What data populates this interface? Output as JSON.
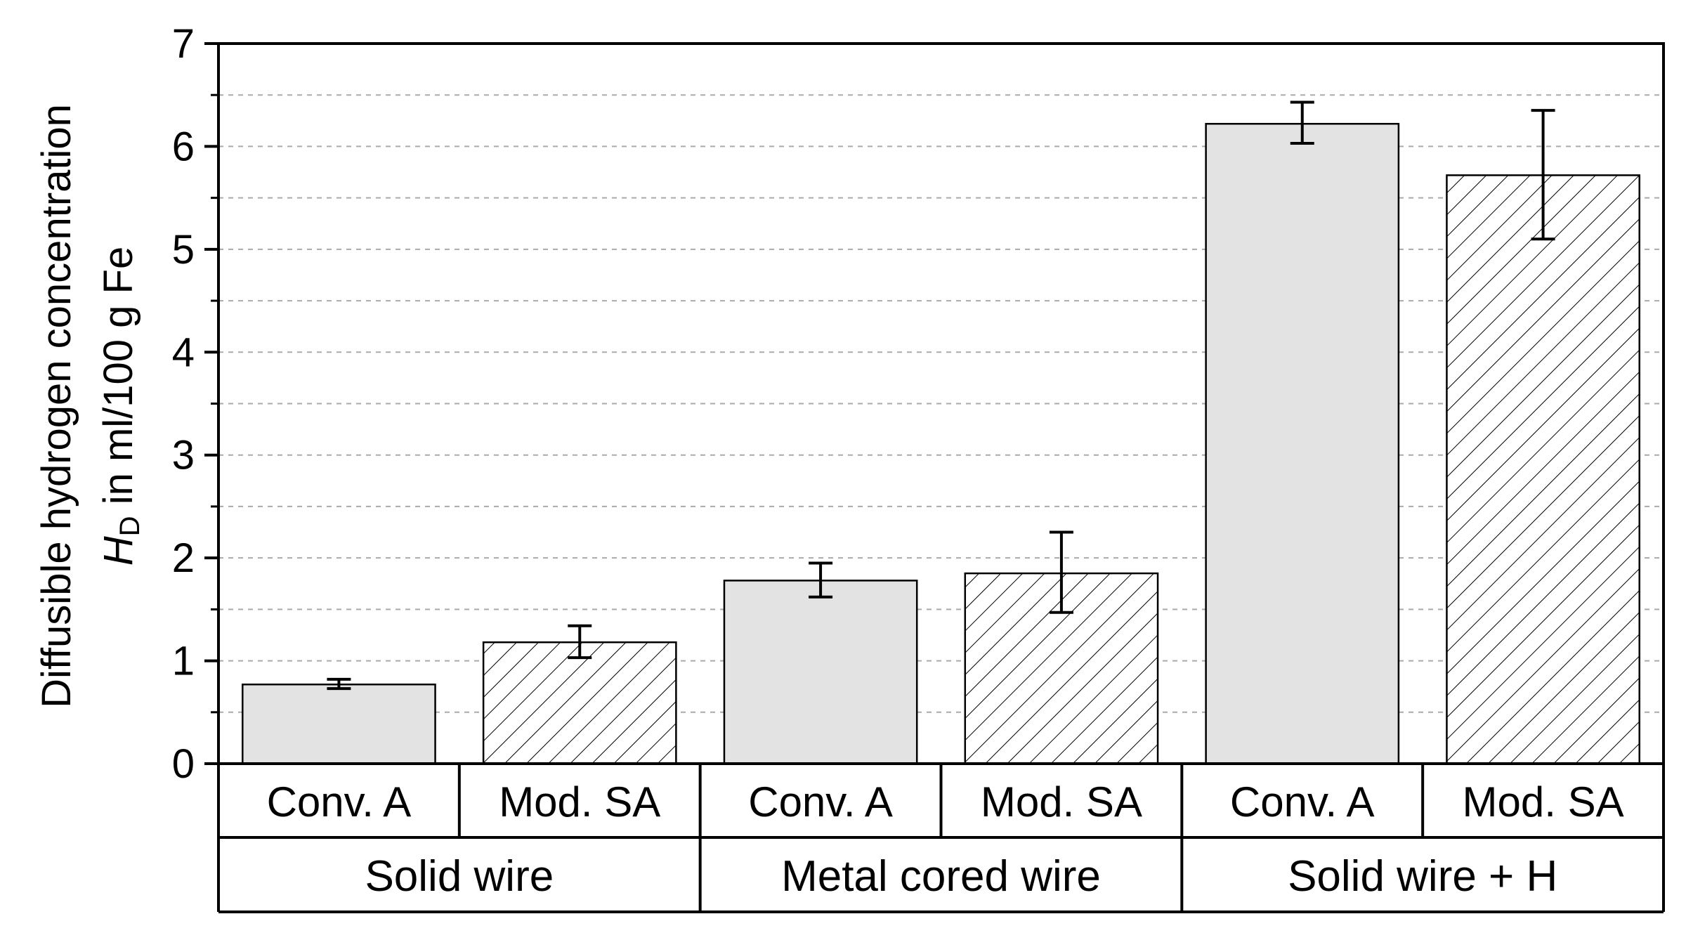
{
  "chart_data": {
    "type": "bar",
    "ylabel_line1": "Diffusible hydrogen concentration",
    "ylabel_line2_italic": "H",
    "ylabel_line2_sub": "D",
    "ylabel_line2_rest": " in ml/100 g Fe",
    "ylim": [
      0,
      7
    ],
    "yticks": [
      0,
      1,
      2,
      3,
      4,
      5,
      6,
      7
    ],
    "grid": "dashed horizontal at 0.5 intervals",
    "bars": [
      {
        "category": "Conv. A",
        "group": "Solid wire",
        "value": 0.77,
        "err_low": 0.73,
        "err_high": 0.82,
        "fill": "solid-gray"
      },
      {
        "category": "Mod. SA",
        "group": "Solid wire",
        "value": 1.18,
        "err_low": 1.03,
        "err_high": 1.34,
        "fill": "hatched"
      },
      {
        "category": "Conv. A",
        "group": "Metal cored wire",
        "value": 1.78,
        "err_low": 1.62,
        "err_high": 1.95,
        "fill": "solid-gray"
      },
      {
        "category": "Mod. SA",
        "group": "Metal cored wire",
        "value": 1.85,
        "err_low": 1.47,
        "err_high": 2.25,
        "fill": "hatched"
      },
      {
        "category": "Conv. A",
        "group": "Solid wire + H",
        "value": 6.22,
        "err_low": 6.03,
        "err_high": 6.43,
        "fill": "solid-gray"
      },
      {
        "category": "Mod. SA",
        "group": "Solid wire + H",
        "value": 5.72,
        "err_low": 5.1,
        "err_high": 6.35,
        "fill": "hatched"
      }
    ],
    "groups": [
      "Solid wire",
      "Metal cored wire",
      "Solid wire + H"
    ],
    "colors": {
      "solid_bar": "#e3e3e3",
      "hatch_bar": "#ffffff",
      "grid": "#aaaaaa",
      "axis": "#000000"
    }
  }
}
